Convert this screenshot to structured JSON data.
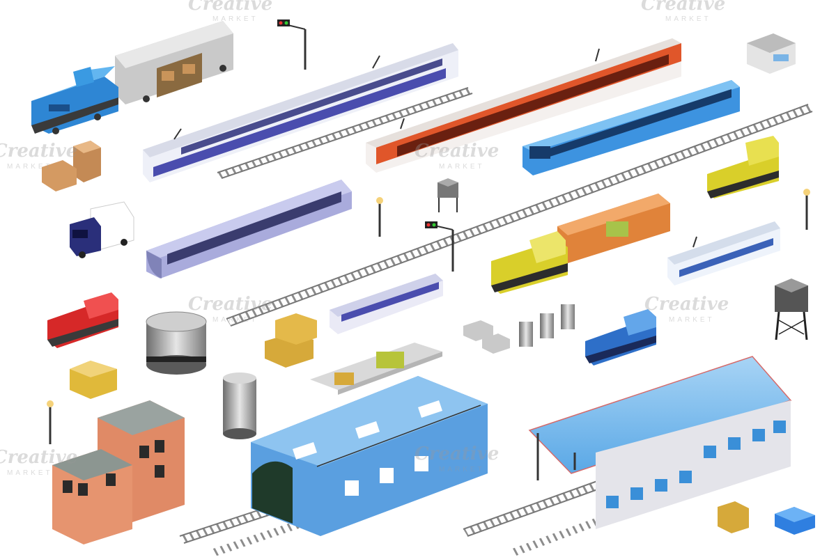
{
  "scene": {
    "description_colors": {
      "blue": "#3a8fd8",
      "red_orange": "#e0562a",
      "yellow": "#d9cf2a",
      "rail": "#9a9a9a",
      "brick": "#e08a66",
      "shed_blue": "#5a9fe0"
    }
  },
  "watermarks": [
    {
      "title": "Creative",
      "subtitle": "MARKET"
    },
    {
      "title": "Creative",
      "subtitle": "MARKET"
    },
    {
      "title": "Creative",
      "subtitle": "MARKET"
    },
    {
      "title": "Creative",
      "subtitle": "MARKET"
    },
    {
      "title": "Creative",
      "subtitle": "MARKET"
    },
    {
      "title": "Creative",
      "subtitle": "MARKET"
    },
    {
      "title": "Creative",
      "subtitle": "MARKET"
    },
    {
      "title": "Creative",
      "subtitle": "MARKET"
    }
  ]
}
